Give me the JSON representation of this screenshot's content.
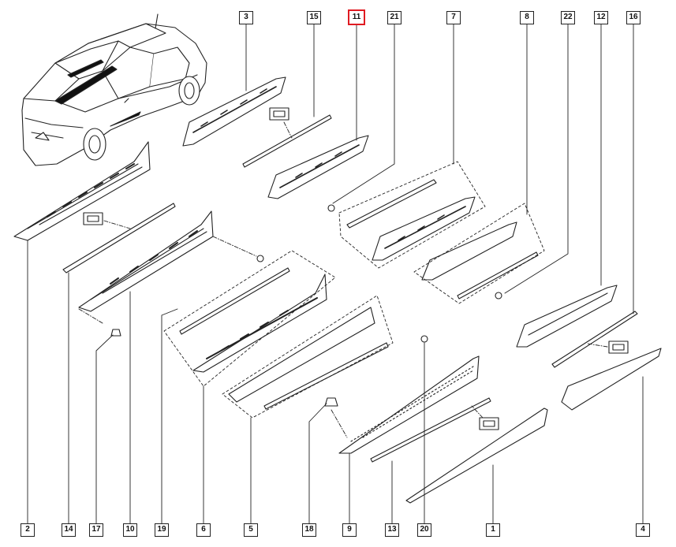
{
  "diagram": {
    "highlight_color": "#e01b22",
    "callouts_top": [
      "3",
      "15",
      "11",
      "21",
      "7",
      "8",
      "22",
      "12",
      "16"
    ],
    "callouts_bottom": [
      "2",
      "14",
      "17",
      "10",
      "19",
      "6",
      "5",
      "18",
      "9",
      "13",
      "20",
      "1",
      "4"
    ],
    "highlighted": "11"
  }
}
